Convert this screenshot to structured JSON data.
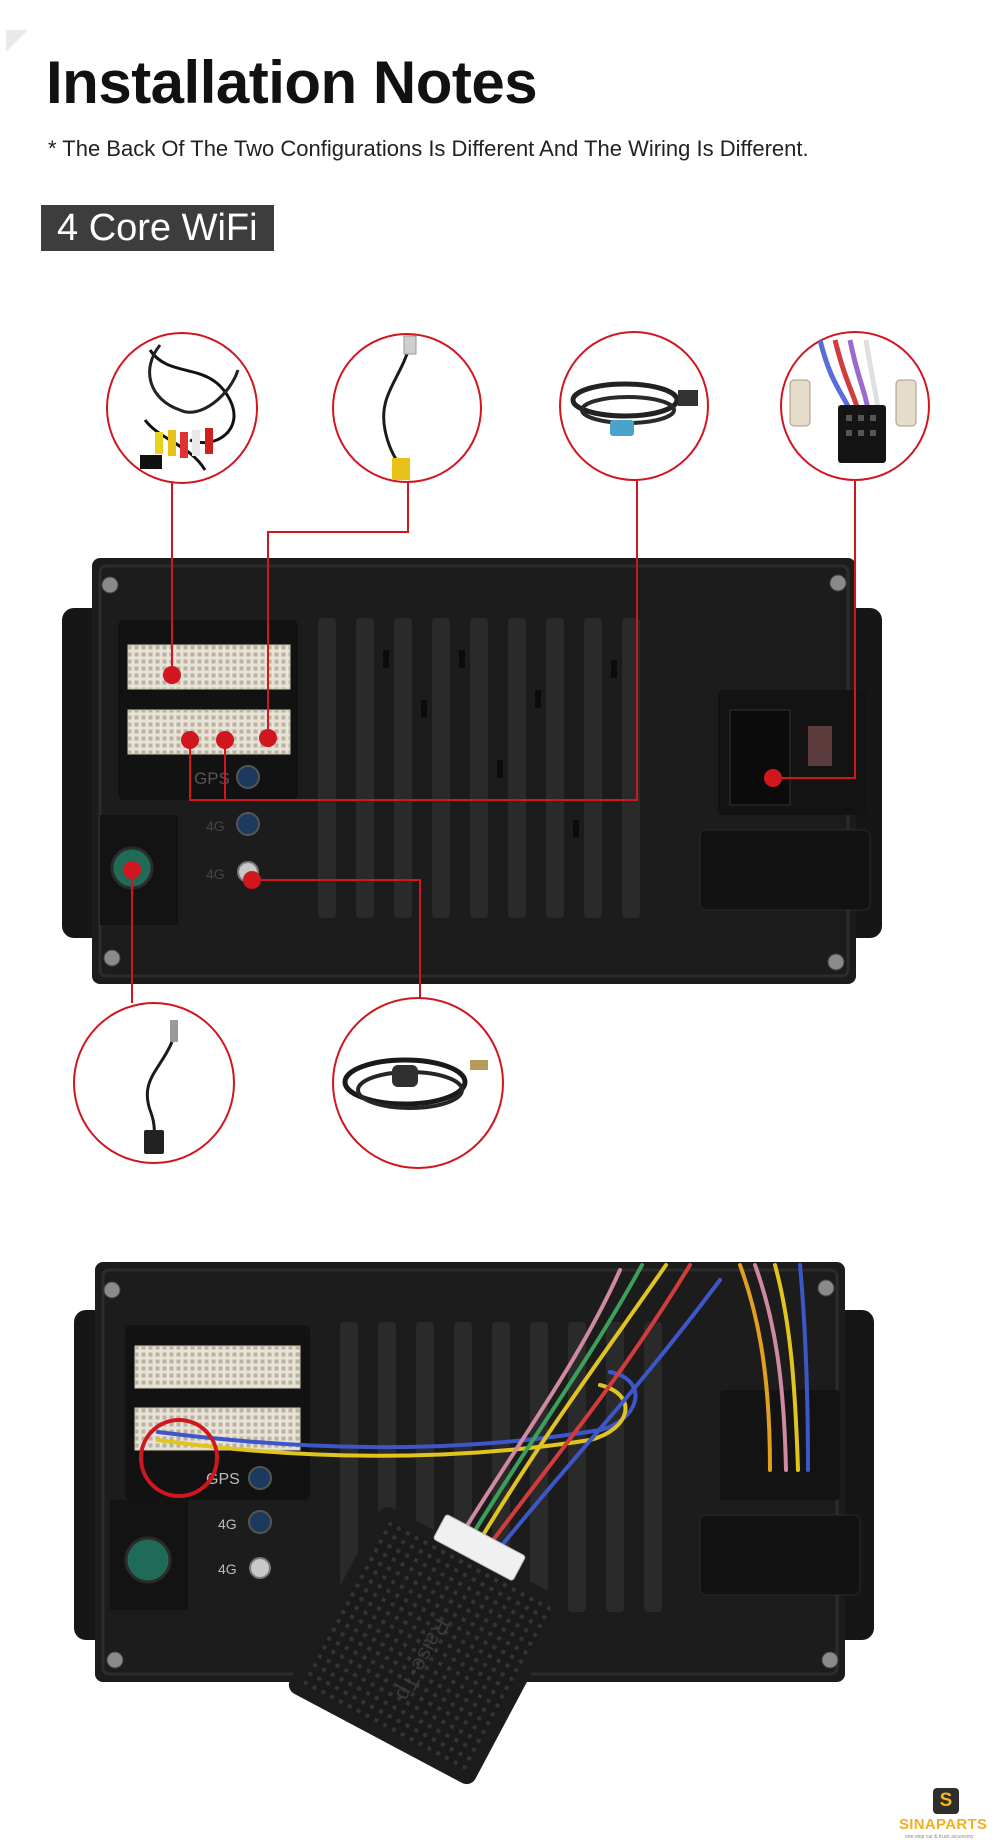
{
  "header": {
    "title": "Installation Notes",
    "subtitle": "* The Back Of The Two Configurations Is Different And The Wiring Is Different.",
    "badge": "4 Core WiFi"
  },
  "unit_top": {
    "port_labels": [
      "GPS",
      "4G",
      "4G"
    ],
    "accessories": [
      "rca-harness-icon",
      "reverse-camera-cable-icon",
      "usb-cable-icon",
      "iso-power-harness-icon",
      "aux-cable-icon",
      "gps-antenna-icon"
    ]
  },
  "unit_bottom": {
    "port_labels": [
      "GPS",
      "4G",
      "4G"
    ],
    "module_label": "Raise-Tp"
  },
  "logo": {
    "letter": "S",
    "name": "SINAPARTS",
    "tagline": "one-stop car & truck accessory"
  },
  "colors": {
    "callout_red": "#d0161f",
    "badge_bg": "#3d3d3d",
    "logo_gold": "#f0b020"
  }
}
